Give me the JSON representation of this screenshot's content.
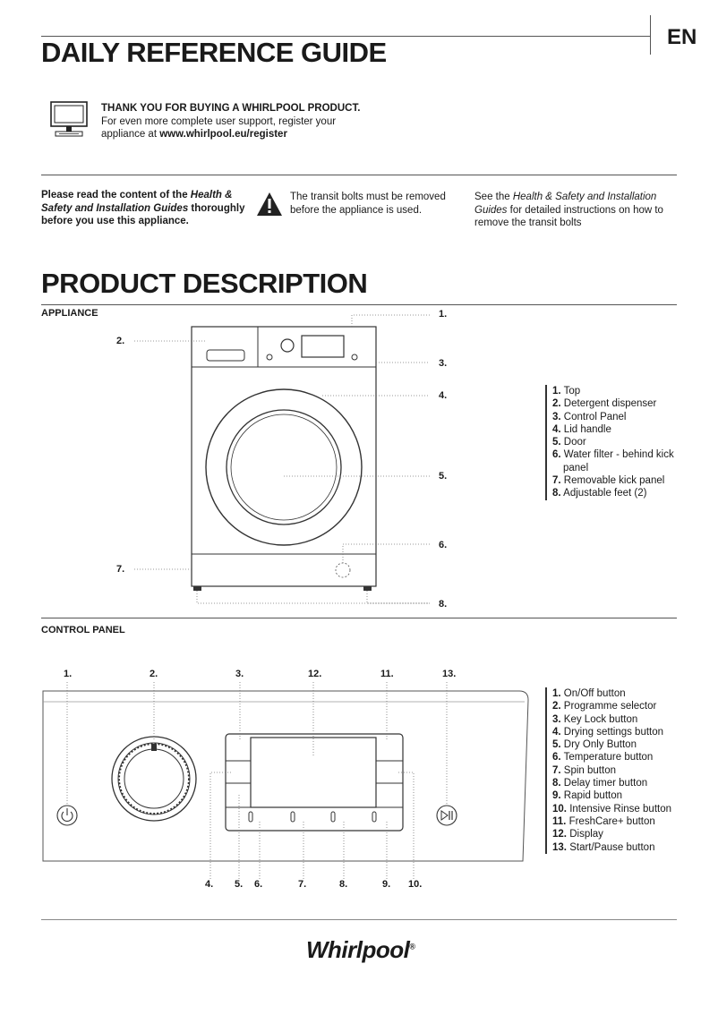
{
  "header": {
    "title": "DAILY REFERENCE GUIDE",
    "language": "EN"
  },
  "intro": {
    "thanks": "THANK YOU FOR BUYING A WHIRLPOOL PRODUCT.",
    "line2": "For even more complete user support, register your",
    "line3_prefix": "appliance at ",
    "url": "www.whirlpool.eu/register"
  },
  "warnings": {
    "read_p1": "Please read the content of the ",
    "read_p2": "Health &",
    "read_p3": "Safety and Installation Guides",
    "read_p4": " thoroughly",
    "read_p5": "before you use this appliance.",
    "transit_l1": "The transit bolts must be removed",
    "transit_l2": "before the appliance is used.",
    "see_p1": "See the ",
    "see_p2": "Health & Safety and Installation",
    "see_p3": "Guides",
    "see_p4": " for detailed instructions on how to",
    "see_p5": "remove the transit bolts"
  },
  "product": {
    "title": "PRODUCT DESCRIPTION",
    "appliance_label": "APPLIANCE",
    "control_label": "CONTROL PANEL"
  },
  "appliance_callouts": [
    "1.",
    "2.",
    "3.",
    "4.",
    "5.",
    "6.",
    "7.",
    "8."
  ],
  "appliance_legend": [
    {
      "n": "1.",
      "t": "Top"
    },
    {
      "n": "2.",
      "t": "Detergent dispenser"
    },
    {
      "n": "3.",
      "t": "Control Panel"
    },
    {
      "n": "4.",
      "t": "Lid handle"
    },
    {
      "n": "5.",
      "t": "Door"
    },
    {
      "n": "6.",
      "t": "Water filter - behind kick"
    },
    {
      "n": "",
      "t": "panel"
    },
    {
      "n": "7.",
      "t": "Removable kick panel"
    },
    {
      "n": "8.",
      "t": "Adjustable feet (2)"
    }
  ],
  "panel_callouts_top": [
    "1.",
    "2.",
    "3.",
    "12.",
    "11.",
    "13."
  ],
  "panel_callouts_bottom": [
    "4.",
    "5.",
    "6.",
    "7.",
    "8.",
    "9.",
    "10."
  ],
  "panel_legend": [
    {
      "n": "1.",
      "t": "On/Off button"
    },
    {
      "n": "2.",
      "t": "Programme selector"
    },
    {
      "n": "3.",
      "t": "Key Lock button"
    },
    {
      "n": "4.",
      "t": "Drying settings button"
    },
    {
      "n": "5.",
      "t": "Dry Only Button"
    },
    {
      "n": "6.",
      "t": "Temperature button"
    },
    {
      "n": "7.",
      "t": "Spin button"
    },
    {
      "n": "8.",
      "t": "Delay timer button"
    },
    {
      "n": "9.",
      "t": "Rapid button"
    },
    {
      "n": "10.",
      "t": "Intensive Rinse button"
    },
    {
      "n": "11.",
      "t": "FreshCare+ button"
    },
    {
      "n": "12.",
      "t": "Display"
    },
    {
      "n": "13.",
      "t": "Start/Pause button"
    }
  ],
  "footer": {
    "brand": "Whirlpool",
    "reg": "®"
  }
}
